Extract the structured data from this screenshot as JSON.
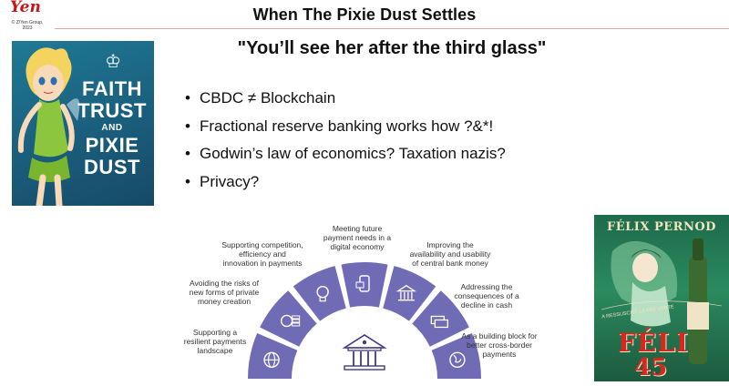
{
  "logo": {
    "text": "Yen",
    "copyright_line1": "© Z/Yen Group,",
    "copyright_line2": "2023"
  },
  "slide": {
    "title": "When The Pixie Dust Settles",
    "subtitle": "\"You’ll see her after the third glass\""
  },
  "poster_left": {
    "line1": "FAITH",
    "line2": "TRUST",
    "line3": "AND",
    "line4": "PIXIE",
    "line5": "DUST"
  },
  "bullets": [
    "CBDC ≠ Blockchain",
    "Fractional reserve banking works how ?&*!",
    "Godwin’s law of economics? Taxation nazis?",
    "Privacy?"
  ],
  "diagram": {
    "captions": [
      {
        "lines": [
          "Supporting a",
          "resilient payments",
          "landscape"
        ]
      },
      {
        "lines": [
          "Avoiding the risks of",
          "new forms of private",
          "money creation"
        ]
      },
      {
        "lines": [
          "Supporting competition,",
          "efficiency and",
          "innovation in payments"
        ]
      },
      {
        "lines": [
          "Meeting future",
          "payment needs in a",
          "digital economy"
        ]
      },
      {
        "lines": [
          "Improving the",
          "availability and usability",
          "of central bank money"
        ]
      },
      {
        "lines": [
          "Addressing the",
          "consequences of a",
          "decline in cash"
        ]
      },
      {
        "lines": [
          "As a building block for",
          "better cross-border",
          "payments"
        ]
      }
    ],
    "segment_icons": [
      "globe-icon",
      "coins-icon",
      "lightbulb-icon",
      "mobile-payment-icon",
      "bank-icon",
      "cash-icon",
      "world-icon"
    ],
    "center_icon": "central-bank-icon",
    "colors": {
      "segment": "#6f6bb5",
      "icon": "#ffffff",
      "outline": "#3f3a85"
    }
  },
  "poster_right": {
    "brand": "FÉLIX PERNOD",
    "tagline": "A RESSUSCITÉ LA FÉE VERTE",
    "big": "FÉLI",
    "number": "45"
  }
}
